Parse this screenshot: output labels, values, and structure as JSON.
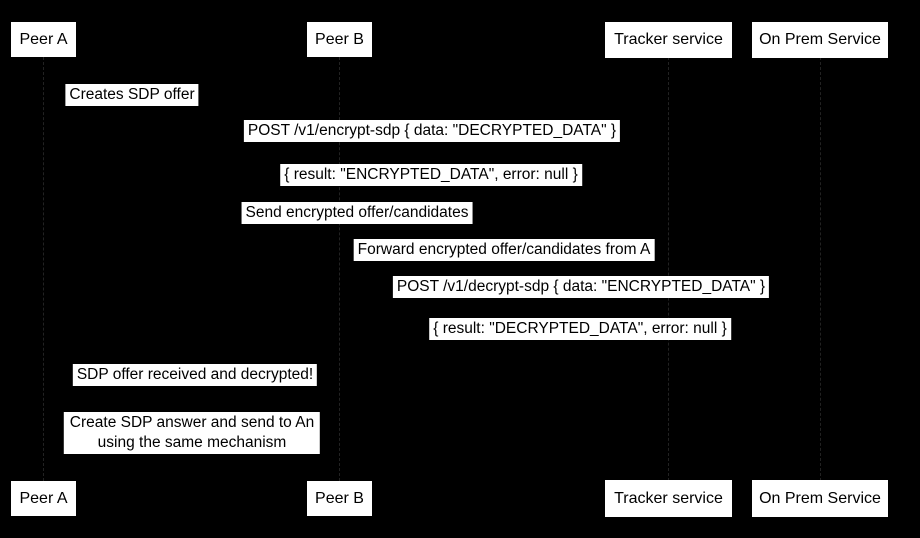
{
  "diagram": {
    "type": "sequence-diagram",
    "colors": {
      "background": "#000000",
      "box_fill": "#ffffff",
      "box_text": "#000000",
      "lifeline": "#222222"
    },
    "participants": [
      {
        "label": "Peer A"
      },
      {
        "label": "Peer B"
      },
      {
        "label": "Tracker service"
      },
      {
        "label": "On Prem Service"
      }
    ],
    "messages": [
      {
        "text": "Creates SDP offer"
      },
      {
        "text": "POST /v1/encrypt-sdp { data: \"DECRYPTED_DATA\" }"
      },
      {
        "text": "{ result: \"ENCRYPTED_DATA\", error: null }"
      },
      {
        "text": "Send encrypted offer/candidates"
      },
      {
        "text": "Forward encrypted offer/candidates from A"
      },
      {
        "text": "POST /v1/decrypt-sdp { data: \"ENCRYPTED_DATA\" }"
      },
      {
        "text": "{ result: \"DECRYPTED_DATA\", error: null }"
      },
      {
        "text": "SDP offer received and decrypted!"
      }
    ],
    "note": {
      "lines": [
        "Create SDP answer and send to An",
        "using the same mechanism"
      ]
    }
  }
}
